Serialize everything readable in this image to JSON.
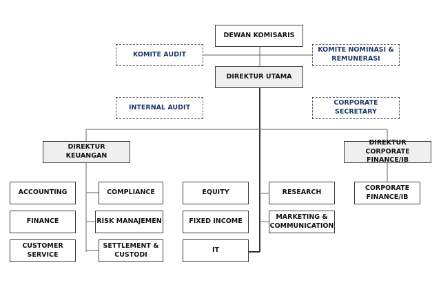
{
  "org_chart": {
    "dewan_komisaris": "DEWAN KOMISARIS",
    "komite_audit": "KOMITE AUDIT",
    "komite_nominasi": "KOMITE NOMINASI &\nREMUNERASI",
    "direktur_utama": "DIREKTUR UTAMA",
    "internal_audit": "INTERNAL AUDIT",
    "corporate_secretary": "CORPORATE SECRETARY",
    "direktur_keuangan": "DIREKTUR\nKEUANGAN",
    "direktur_corporate_finance": "DIREKTUR\nCORPORATE FINANCE/IB",
    "units": {
      "accounting": "ACCOUNTING",
      "compliance": "COMPLIANCE",
      "finance": "FINANCE",
      "risk_manajemen": "RISK MANAJEMEN",
      "customer_service": "CUSTOMER\nSERVICE",
      "settlement_custodi": "SETTLEMENT &\nCUSTODI",
      "equity": "EQUITY",
      "research": "RESEARCH",
      "fixed_income": "FIXED INCOME",
      "marketing_communication": "MARKETING &\nCOMMUNICATION",
      "it": "IT",
      "corporate_finance_ib": "CORPORATE\nFINANCE/IB"
    }
  },
  "colors": {
    "line": "#7f7f7f",
    "main_line": "#333333",
    "dashed_text": "#1f3864",
    "highlight_fill": "#efefef"
  }
}
